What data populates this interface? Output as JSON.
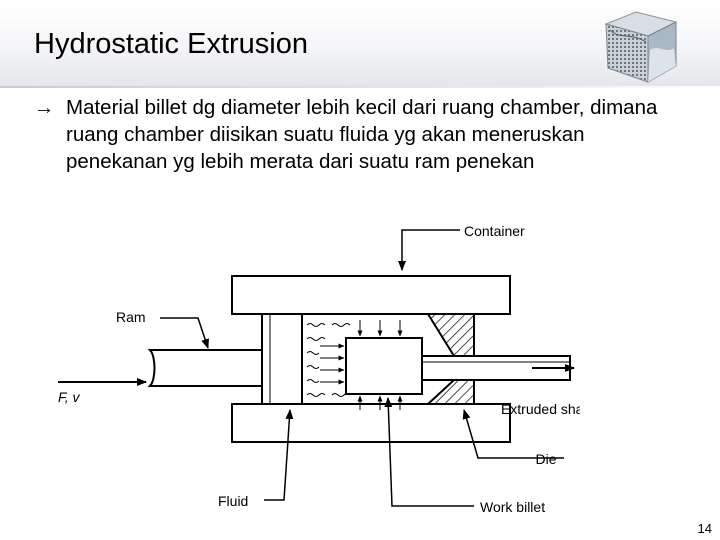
{
  "slide": {
    "title": "Hydrostatic Extrusion",
    "bullet_marker": "→",
    "bullet_text": "Material billet dg diameter lebih kecil dari ruang chamber, dimana ruang chamber diisikan suatu fluida yg akan meneruskan penekanan yg lebih merata dari suatu ram penekan",
    "page_number": "14"
  },
  "diagram": {
    "labels": {
      "container": "Container",
      "ram": "Ram",
      "force": "F, v",
      "extruded_shape": "Extruded shape",
      "die": "Die",
      "fluid": "Fluid",
      "work_billet": "Work billet"
    }
  },
  "icons": {
    "decoration": "metal-cube-icon",
    "bullet": "right-arrow-icon"
  },
  "colors": {
    "text": "#000000",
    "title_gradient_bottom": "#e3e5ea"
  }
}
